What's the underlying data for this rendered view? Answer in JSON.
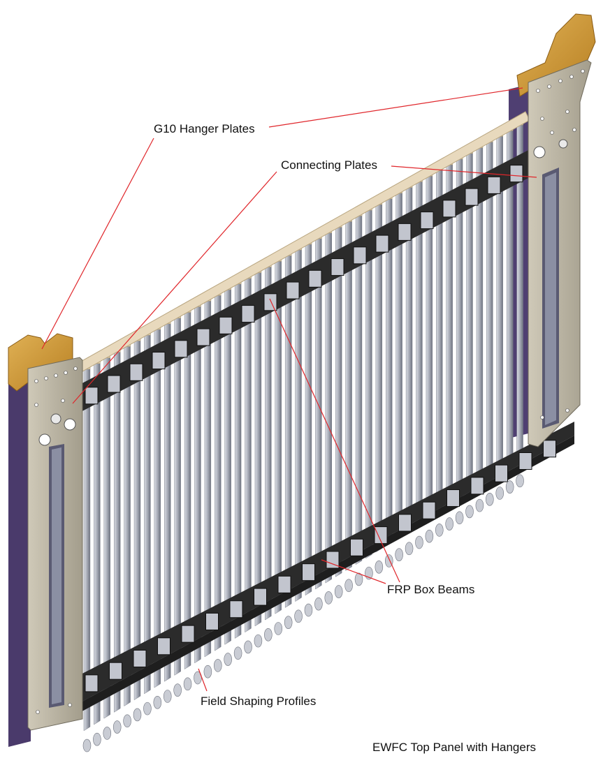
{
  "labels": {
    "g10_hanger_plates": "G10 Hanger Plates",
    "connecting_plates": "Connecting Plates",
    "frp_box_beams": "FRP Box Beams",
    "field_shaping_profiles": "Field Shaping Profiles"
  },
  "caption": "EWFC Top Panel with Hangers",
  "colors": {
    "leader_line": "#e0262b",
    "g10_plate": "#b8b2a1",
    "hanger_bracket": "#d4a03c",
    "box_beam": "#2a2a2a",
    "profile_bar": "#a9adb8",
    "purple_panel": "#4a3a6b"
  },
  "profile_bar_count": 44
}
